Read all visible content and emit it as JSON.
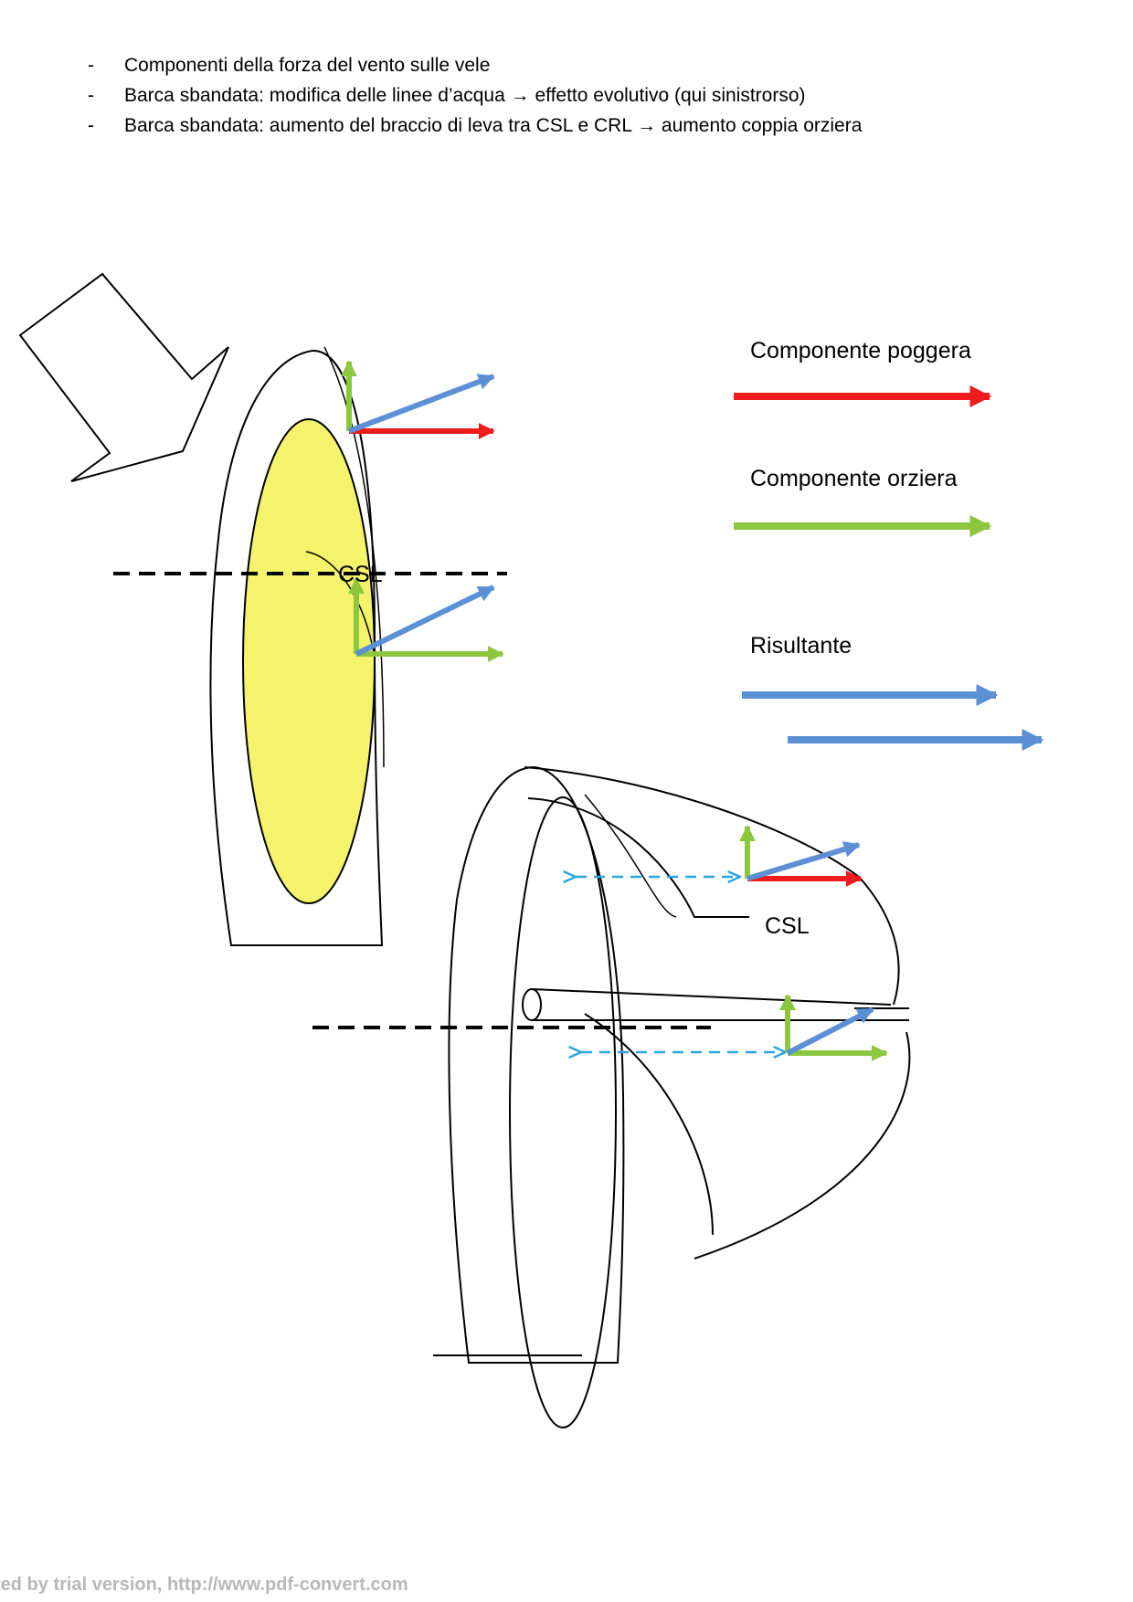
{
  "bullets": [
    {
      "marker": "-",
      "text": "Componenti della forza del vento sulle vele"
    },
    {
      "marker": "-",
      "text": "Barca sbandata: modifica delle linee d’acqua → effetto evolutivo (qui sinistrorso)"
    },
    {
      "marker": "-",
      "text": "Barca sbandata: aumento del braccio di leva tra CSL e CRL → aumento coppia orziera"
    }
  ],
  "legend": {
    "poggera": {
      "label": "Componente poggera",
      "color": "#ee1c1c"
    },
    "orziera": {
      "label": "Componente orziera",
      "color": "#8dc63f"
    },
    "risultante": {
      "label": "Risultante",
      "color": "#5b8fd6"
    }
  },
  "labels": {
    "upright_center": "CSL",
    "heeled_center": "CSL"
  },
  "colors": {
    "sail_fill": "#f4f36b",
    "lever_arm": "#2aa7df",
    "outline": "#000000"
  },
  "icons": {
    "wind": "wind-arrow-icon"
  },
  "watermark": "ted by trial version, http://www.pdf-convert.com"
}
